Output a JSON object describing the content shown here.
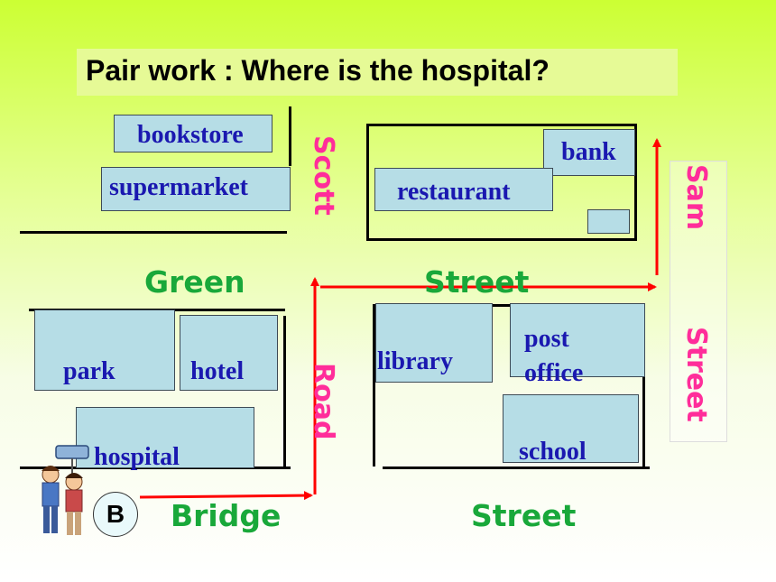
{
  "title": "Pair work : Where is the hospital?",
  "places": {
    "bookstore": "bookstore",
    "supermarket": "supermarket",
    "bank": "bank",
    "restaurant": "restaurant",
    "park": "park",
    "hotel": "hotel",
    "hospital": "hospital",
    "library": "library",
    "post_office_line1": "post",
    "post_office_line2": "office",
    "school": "school"
  },
  "streets": {
    "green": "Green",
    "street_top": "Street",
    "scott": "Scott",
    "road": "Road",
    "sam": "Sam",
    "sam_street": "Street",
    "bridge": "Bridge",
    "street_bottom": "Street"
  },
  "start_marker": "B",
  "colors": {
    "place_text": "#1a18b0",
    "street_green": "#19a83a",
    "street_magenta": "#ff2d9a",
    "arrow_red": "#ff0000",
    "building_fill": "#b6dde6"
  },
  "icons": [
    "two-children-sign-icon",
    "route-arrow-icon"
  ]
}
